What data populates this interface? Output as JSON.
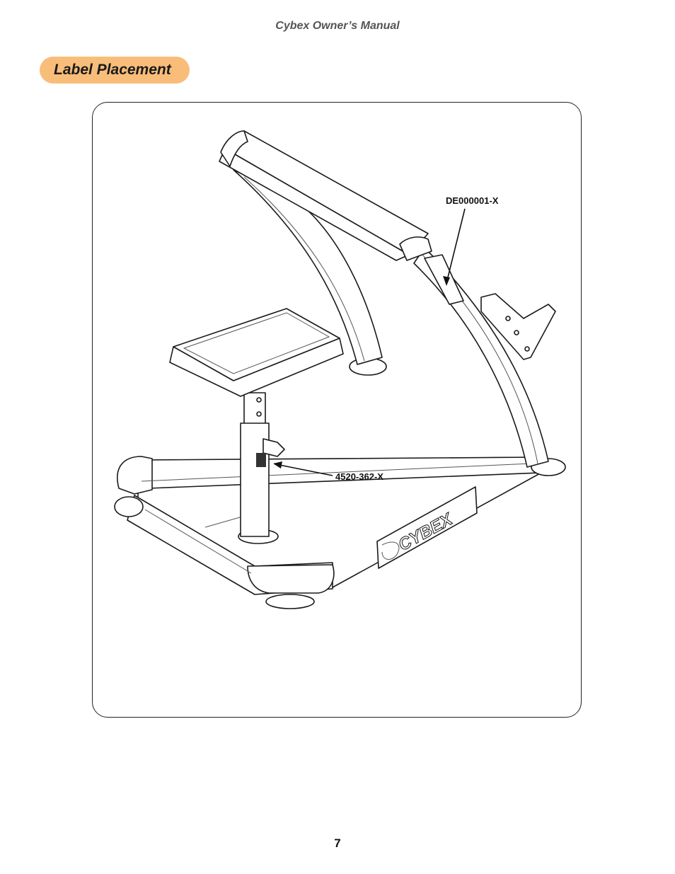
{
  "header": {
    "manual_title": "Cybex Owner’s Manual"
  },
  "section": {
    "title": "Label Placement"
  },
  "figure": {
    "callouts": [
      {
        "part_number": "DE000001-X"
      },
      {
        "part_number": "4520-362-X"
      }
    ],
    "brand_logo_text": "CYBEX"
  },
  "footer": {
    "page_number": "7"
  },
  "colors": {
    "section_pill": "#f9bd7a",
    "line_art": "#1a1a1a"
  }
}
